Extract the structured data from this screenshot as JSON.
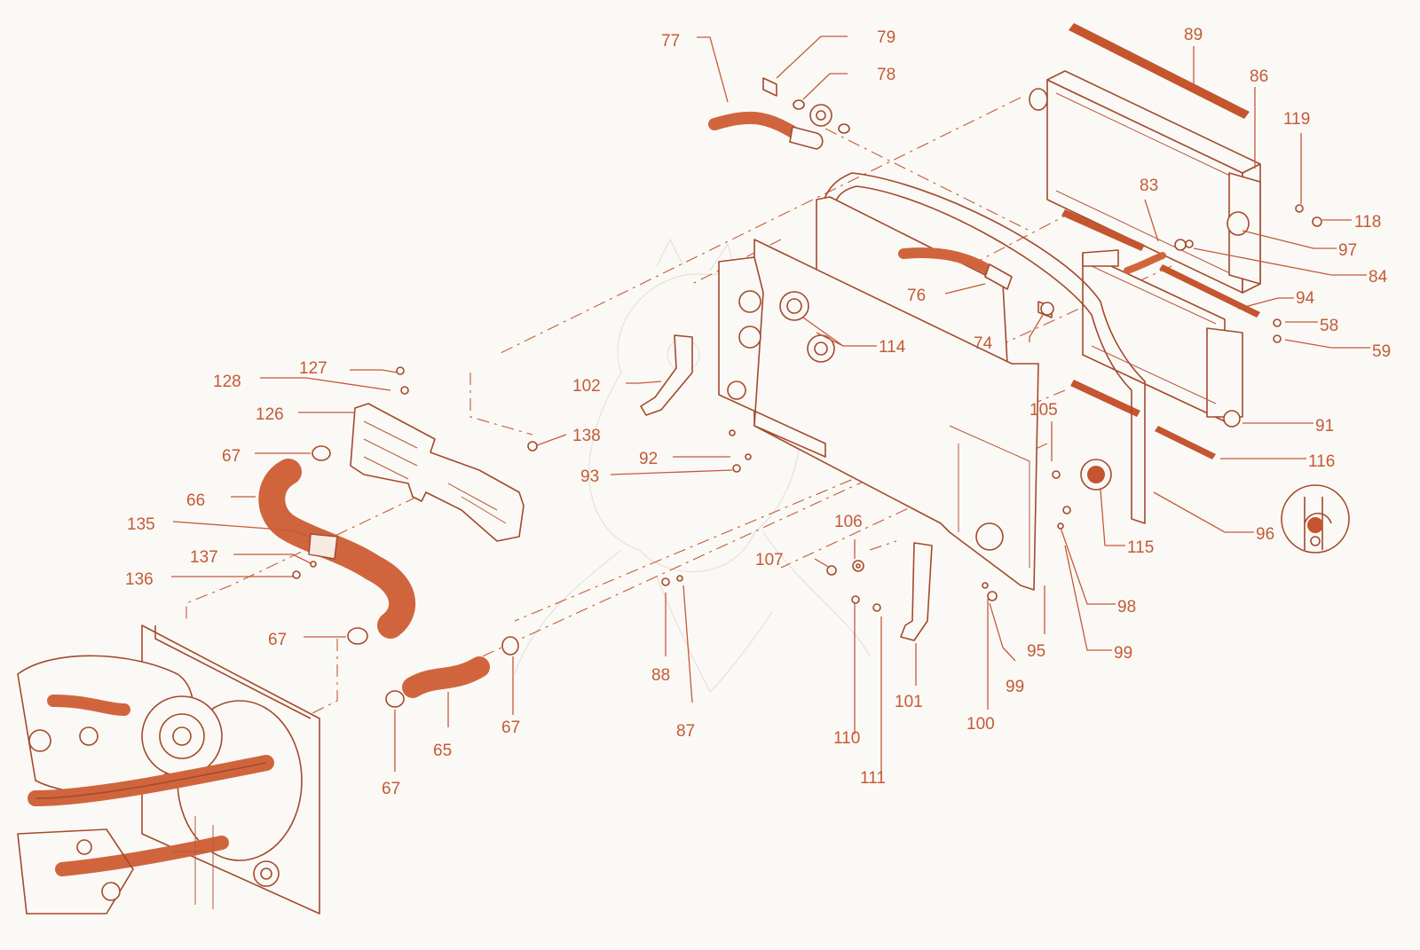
{
  "diagram": {
    "labels": [
      "65",
      "66",
      "67",
      "58",
      "59",
      "74",
      "76",
      "77",
      "78",
      "79",
      "83",
      "84",
      "86",
      "87",
      "88",
      "89",
      "91",
      "92",
      "93",
      "94",
      "95",
      "96",
      "97",
      "98",
      "99",
      "100",
      "101",
      "102",
      "105",
      "106",
      "107",
      "110",
      "111",
      "114",
      "115",
      "116",
      "118",
      "119",
      "126",
      "127",
      "128",
      "135",
      "136",
      "137",
      "138"
    ],
    "colors": {
      "accent": "#c45a36",
      "hose": "#d0653d",
      "outline": "#a34a2c",
      "background": "#fbf9f6"
    },
    "icons": [
      "seal-profile-detail-icon"
    ]
  }
}
